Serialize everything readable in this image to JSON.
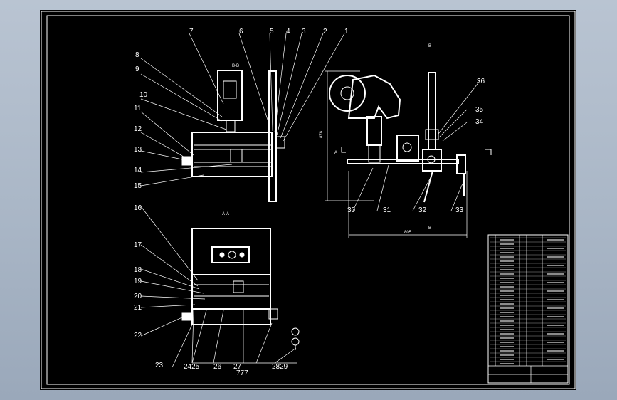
{
  "sheet": {
    "background": "#000000",
    "line_color": "#ffffff",
    "screen_bg": "#a9b6c6"
  },
  "views": {
    "section_bb": "B-B",
    "section_aa": "A-A",
    "mark_a": "A",
    "mark_b": "B"
  },
  "dimensions": {
    "height": "878",
    "width": "805",
    "lower": "777"
  },
  "labels": [
    "1",
    "2",
    "3",
    "4",
    "5",
    "6",
    "7",
    "8",
    "9",
    "10",
    "11",
    "12",
    "13",
    "14",
    "15",
    "16",
    "17",
    "18",
    "19",
    "20",
    "21",
    "22",
    "23",
    "2425",
    "26",
    "27",
    "2829",
    "30",
    "31",
    "32",
    "33",
    "34",
    "35",
    "36"
  ]
}
